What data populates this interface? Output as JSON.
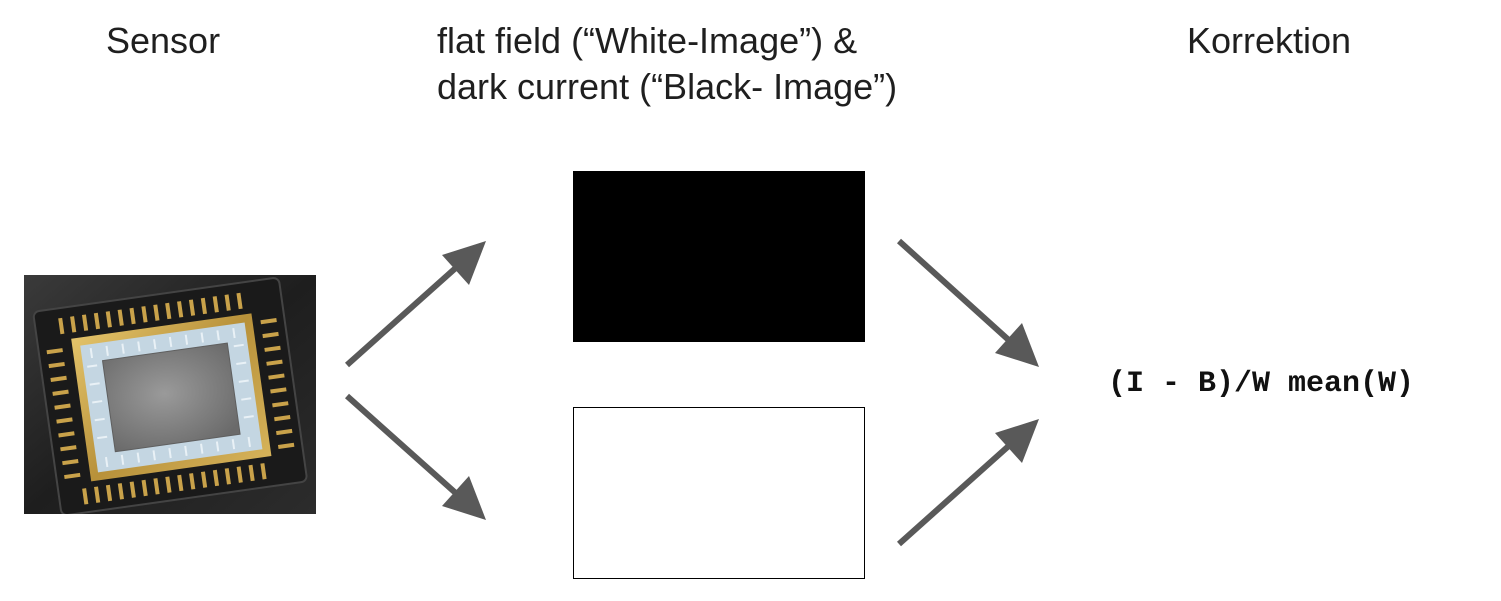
{
  "headings": {
    "sensor": "Sensor",
    "flat_field_line1": "flat field  (“White-Image”) &",
    "flat_field_line2": "dark current (“Black- Image”)",
    "correction": "Korrektion"
  },
  "formula": "(I - B)/W mean(W)",
  "images": {
    "sensor_icon": "camera-sensor-chip-photo",
    "black_image_fill": "#000000",
    "white_image_fill": "#ffffff"
  },
  "colors": {
    "arrow": "#595959",
    "text": "#1f1f1f"
  }
}
